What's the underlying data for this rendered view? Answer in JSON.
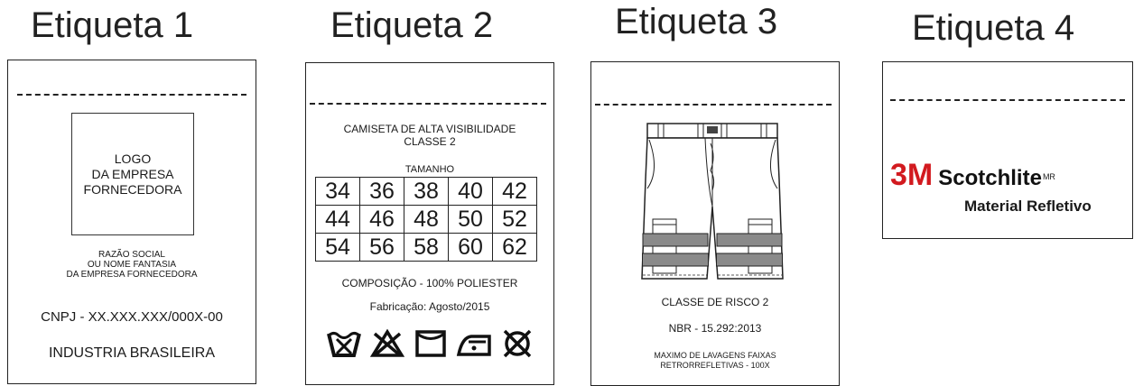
{
  "titles": [
    "Etiqueta 1",
    "Etiqueta 2",
    "Etiqueta 3",
    "Etiqueta 4"
  ],
  "label1": {
    "logo_lines": [
      "LOGO",
      "DA EMPRESA",
      "FORNECEDORA"
    ],
    "company_lines": [
      "RAZÃO SOCIAL",
      "OU NOME FANTASIA",
      "DA EMPRESA FORNECEDORA"
    ],
    "cnpj": "CNPJ - XX.XXX.XXX/000X-00",
    "origin": "INDUSTRIA BRASILEIRA"
  },
  "label2": {
    "product_line1": "CAMISETA DE ALTA VISIBILIDADE",
    "product_line2": "CLASSE 2",
    "size_header": "TAMANHO",
    "sizes": [
      [
        "34",
        "36",
        "38",
        "40",
        "42"
      ],
      [
        "44",
        "46",
        "48",
        "50",
        "52"
      ],
      [
        "54",
        "56",
        "58",
        "60",
        "62"
      ]
    ],
    "composition": "COMPOSIÇÃO - 100% POLIESTER",
    "manufacture": "Fabricação: Agosto/2015",
    "care_icons": [
      "wash-tub-icon",
      "no-bleach-icon",
      "tumble-dry-icon",
      "iron-icon",
      "no-dry-clean-icon"
    ]
  },
  "label3": {
    "risk_class": "CLASSE DE RISCO 2",
    "standard": "NBR - 15.292:2013",
    "washes_line1": "MAXIMO DE LAVAGENS FAIXAS",
    "washes_line2": "RETRORREFLETIVAS - 100X"
  },
  "label4": {
    "brand": "3M",
    "product": "Scotchlite",
    "trademark": "MR",
    "subtitle": "Material Refletivo",
    "brand_color": "#d21a1f"
  }
}
